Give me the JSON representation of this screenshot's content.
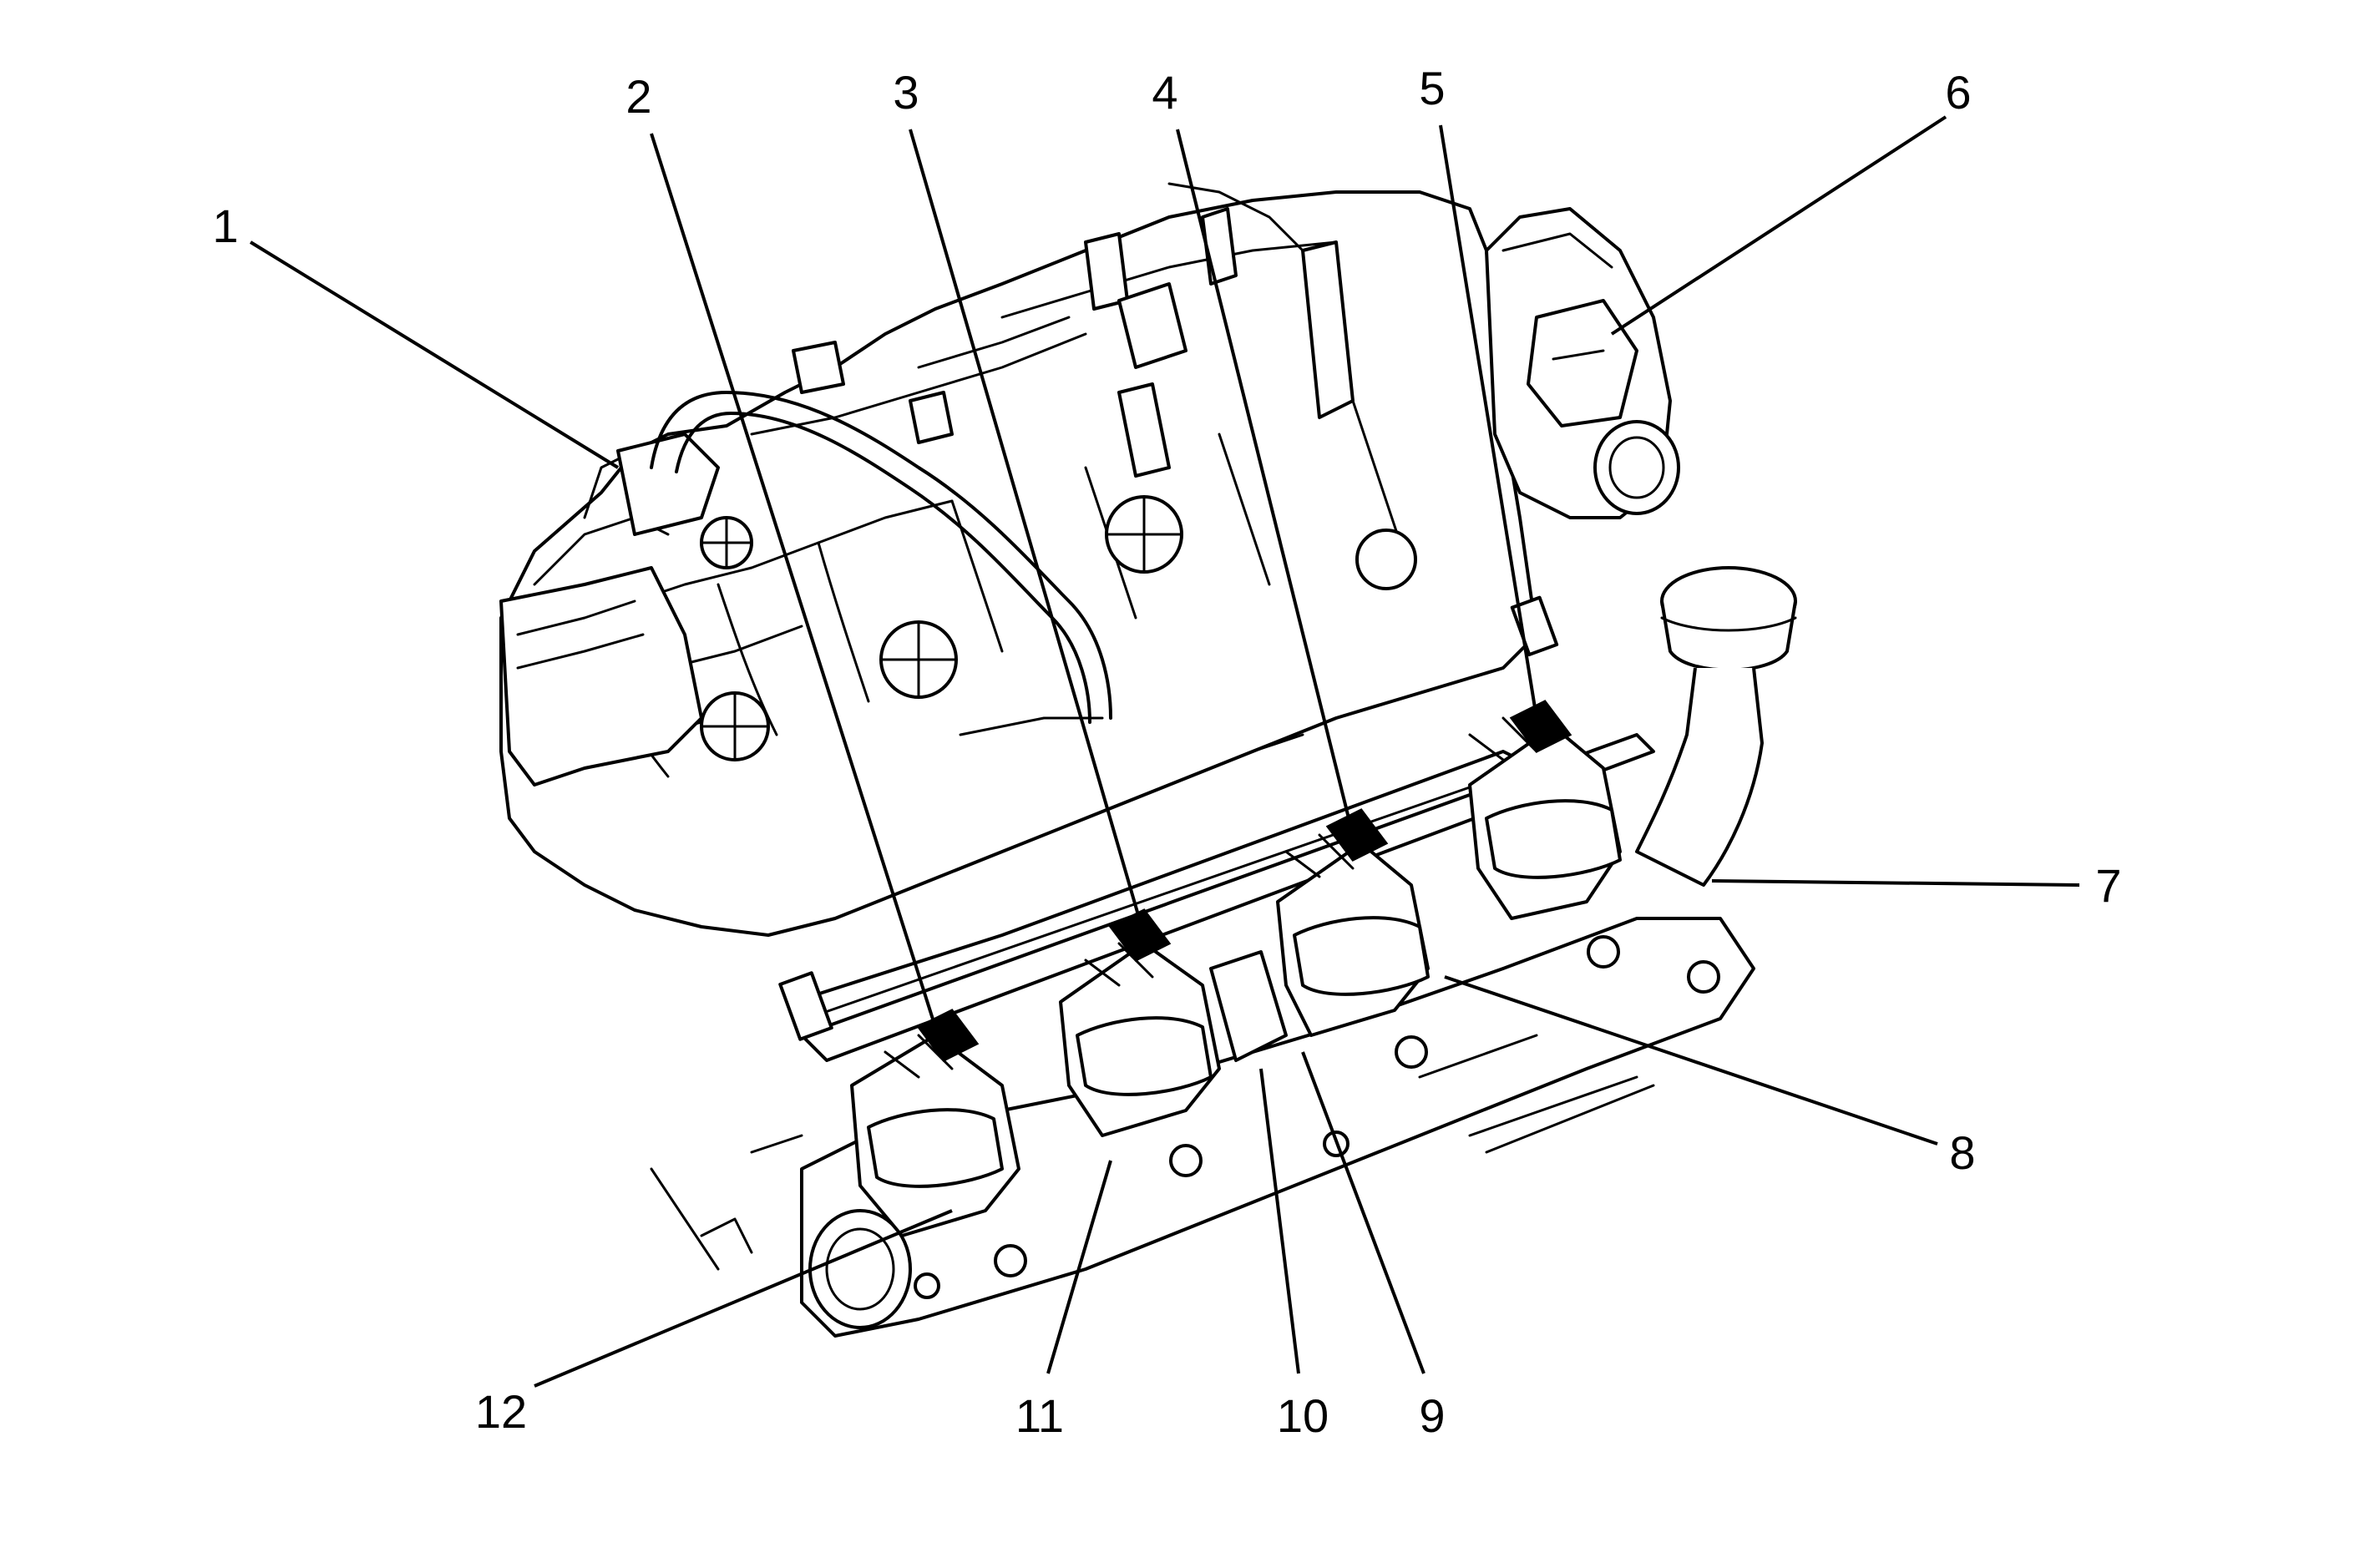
{
  "callouts": [
    {
      "num": "1"
    },
    {
      "num": "2"
    },
    {
      "num": "3"
    },
    {
      "num": "4"
    },
    {
      "num": "5"
    },
    {
      "num": "6"
    },
    {
      "num": "7"
    },
    {
      "num": "8"
    },
    {
      "num": "9"
    },
    {
      "num": "10"
    },
    {
      "num": "11"
    },
    {
      "num": "12"
    }
  ]
}
